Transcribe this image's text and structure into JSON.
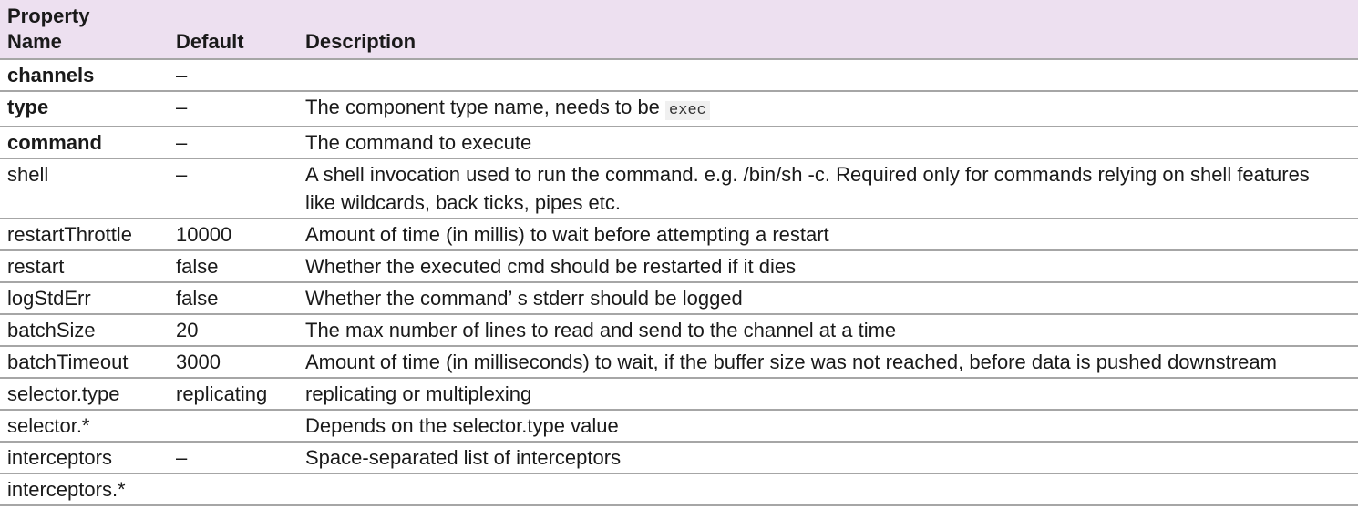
{
  "table": {
    "headers": [
      "Property Name",
      "Default",
      "Description"
    ],
    "rows": [
      {
        "name": "channels",
        "bold": true,
        "default": "–",
        "description": ""
      },
      {
        "name": "type",
        "bold": true,
        "default": "–",
        "description": "The component type name, needs to be ",
        "code": "exec"
      },
      {
        "name": "command",
        "bold": true,
        "default": "–",
        "description": "The command to execute"
      },
      {
        "name": "shell",
        "bold": false,
        "default": "–",
        "description": "A shell invocation used to run the command. e.g. /bin/sh -c. Required only for commands relying on shell features like wildcards, back ticks, pipes etc."
      },
      {
        "name": "restartThrottle",
        "bold": false,
        "default": "10000",
        "description": "Amount of time (in millis) to wait before attempting a restart"
      },
      {
        "name": "restart",
        "bold": false,
        "default": "false",
        "description": "Whether the executed cmd should be restarted if it dies"
      },
      {
        "name": "logStdErr",
        "bold": false,
        "default": "false",
        "description": "Whether the command’ s stderr should be logged"
      },
      {
        "name": "batchSize",
        "bold": false,
        "default": "20",
        "description": "The max number of lines to read and send to the channel at a time"
      },
      {
        "name": "batchTimeout",
        "bold": false,
        "default": "3000",
        "description": "Amount of time (in milliseconds) to wait, if the buffer size was not reached, before data is pushed downstream"
      },
      {
        "name": "selector.type",
        "bold": false,
        "default": "replicating",
        "description": "replicating or multiplexing"
      },
      {
        "name": "selector.*",
        "bold": false,
        "default": "",
        "description": "Depends on the selector.type value"
      },
      {
        "name": "interceptors",
        "bold": false,
        "default": "–",
        "description": "Space-separated list of interceptors"
      },
      {
        "name": "interceptors.*",
        "bold": false,
        "default": "",
        "description": ""
      }
    ],
    "colors": {
      "header_bg": "#ede0f0",
      "border": "#a6a6a6",
      "code_bg": "#f0f0f0",
      "text": "#1a1a1a"
    }
  }
}
